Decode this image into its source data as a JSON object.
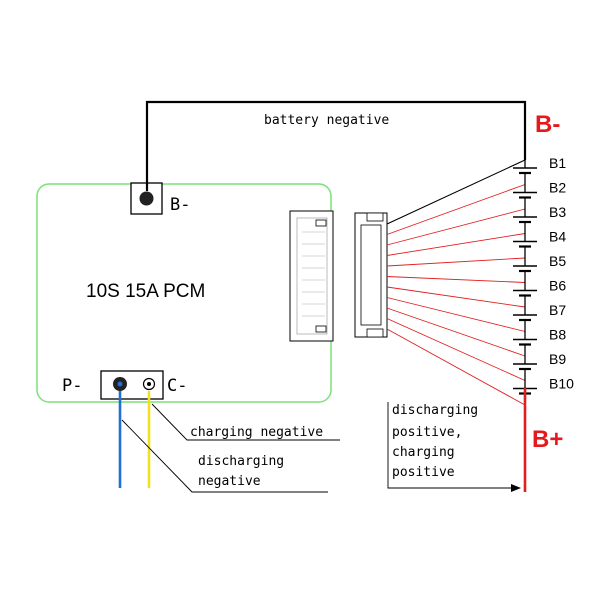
{
  "labels": {
    "battery_negative": "battery negative",
    "b_minus_terminal": "B-",
    "board_b_minus": "B-",
    "board_title": "10S 15A PCM",
    "p_minus": "P-",
    "c_minus": "C-",
    "charging_negative": "charging negative",
    "discharging_negative_1": "discharging",
    "discharging_negative_2": "negative",
    "dis_pos_1": "discharging",
    "dis_pos_2": "positive,",
    "dis_pos_3": "charging",
    "dis_pos_4": "positive",
    "b_plus_terminal": "B+"
  },
  "cells": [
    "B1",
    "B2",
    "B3",
    "B4",
    "B5",
    "B6",
    "B7",
    "B8",
    "B9",
    "B10"
  ],
  "colors": {
    "board_outline": "#7be27b",
    "wire_black": "#000000",
    "wire_red": "#e02020",
    "wire_blue": "#1f6fd6",
    "wire_yellow": "#f2e21e",
    "terminal_red": "#e5191c"
  }
}
